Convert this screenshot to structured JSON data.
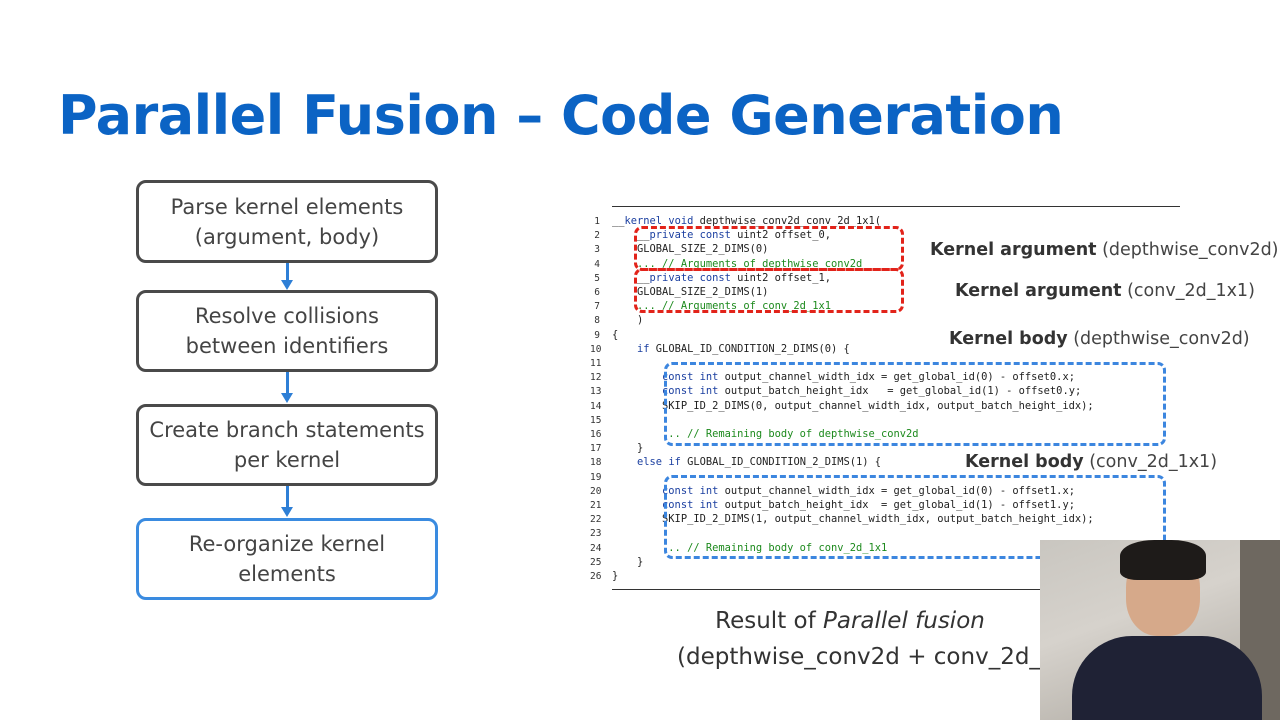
{
  "slide": {
    "title": "Parallel Fusion – Code Generation",
    "flow_steps": [
      {
        "text": "Parse kernel elements\n(argument, body)",
        "highlight": false
      },
      {
        "text": "Resolve collisions\nbetween identifiers",
        "highlight": false
      },
      {
        "text": "Create branch statements\nper kernel",
        "highlight": false
      },
      {
        "text": "Re-organize kernel\nelements",
        "highlight": true
      }
    ],
    "annotations": [
      {
        "bold": "Kernel argument",
        "rest": " (depthwise_conv2d)"
      },
      {
        "bold": "Kernel argument",
        "rest": " (conv_2d_1x1)"
      },
      {
        "bold": "Kernel body",
        "rest": " (depthwise_conv2d)"
      },
      {
        "bold": "Kernel body",
        "rest": " (conv_2d_1x1)"
      }
    ],
    "caption": {
      "prefix": "Result of ",
      "italic": "Parallel fusion",
      "line2": "(depthwise_conv2d + conv_2d_"
    }
  },
  "code_lines": [
    {
      "n": "1",
      "segs": [
        [
          "t",
          "__"
        ],
        [
          "kw",
          "kernel"
        ],
        [
          "t",
          " "
        ],
        [
          "kw",
          "void"
        ],
        [
          "t",
          " depthwise_conv2d_conv_2d_1x1("
        ]
      ]
    },
    {
      "n": "2",
      "segs": [
        [
          "t",
          "    __"
        ],
        [
          "kw",
          "private"
        ],
        [
          "t",
          " "
        ],
        [
          "kw",
          "const"
        ],
        [
          "t",
          " uint2 offset_0,"
        ]
      ]
    },
    {
      "n": "3",
      "segs": [
        [
          "t",
          "    GLOBAL_SIZE_2_DIMS(0)"
        ]
      ]
    },
    {
      "n": "4",
      "segs": [
        [
          "t",
          "    "
        ],
        [
          "cm",
          "... // Arguments of depthwise_conv2d"
        ]
      ]
    },
    {
      "n": "5",
      "segs": [
        [
          "t",
          "    __"
        ],
        [
          "kw",
          "private"
        ],
        [
          "t",
          " "
        ],
        [
          "kw",
          "const"
        ],
        [
          "t",
          " uint2 offset_1,"
        ]
      ]
    },
    {
      "n": "6",
      "segs": [
        [
          "t",
          "    GLOBAL_SIZE_2_DIMS(1)"
        ]
      ]
    },
    {
      "n": "7",
      "segs": [
        [
          "t",
          "    "
        ],
        [
          "cm",
          "... // Arguments of conv_2d_1x1"
        ]
      ]
    },
    {
      "n": "8",
      "segs": [
        [
          "t",
          "    )"
        ]
      ]
    },
    {
      "n": "9",
      "segs": [
        [
          "t",
          "{"
        ]
      ]
    },
    {
      "n": "10",
      "segs": [
        [
          "t",
          "    "
        ],
        [
          "kw",
          "if"
        ],
        [
          "t",
          " GLOBAL_ID_CONDITION_2_DIMS(0) {"
        ]
      ]
    },
    {
      "n": "11",
      "segs": [
        [
          "t",
          ""
        ]
      ]
    },
    {
      "n": "12",
      "segs": [
        [
          "t",
          "        "
        ],
        [
          "kw",
          "const"
        ],
        [
          "t",
          " "
        ],
        [
          "kw",
          "int"
        ],
        [
          "t",
          " output_channel_width_idx = get_global_id(0) - offset0.x;"
        ]
      ]
    },
    {
      "n": "13",
      "segs": [
        [
          "t",
          "        "
        ],
        [
          "kw",
          "const"
        ],
        [
          "t",
          " "
        ],
        [
          "kw",
          "int"
        ],
        [
          "t",
          " output_batch_height_idx   = get_global_id(1) - offset0.y;"
        ]
      ]
    },
    {
      "n": "14",
      "segs": [
        [
          "t",
          "        SKIP_ID_2_DIMS(0, output_channel_width_idx, output_batch_height_idx);"
        ]
      ]
    },
    {
      "n": "15",
      "segs": [
        [
          "t",
          ""
        ]
      ]
    },
    {
      "n": "16",
      "segs": [
        [
          "t",
          "        "
        ],
        [
          "cm",
          "... // Remaining body of depthwise_conv2d"
        ]
      ]
    },
    {
      "n": "17",
      "segs": [
        [
          "t",
          "    }"
        ]
      ]
    },
    {
      "n": "18",
      "segs": [
        [
          "t",
          "    "
        ],
        [
          "kw",
          "else"
        ],
        [
          "t",
          " "
        ],
        [
          "kw",
          "if"
        ],
        [
          "t",
          " GLOBAL_ID_CONDITION_2_DIMS(1) {"
        ]
      ]
    },
    {
      "n": "19",
      "segs": [
        [
          "t",
          ""
        ]
      ]
    },
    {
      "n": "20",
      "segs": [
        [
          "t",
          "        "
        ],
        [
          "kw",
          "const"
        ],
        [
          "t",
          " "
        ],
        [
          "kw",
          "int"
        ],
        [
          "t",
          " output_channel_width_idx = get_global_id(0) - offset1.x;"
        ]
      ]
    },
    {
      "n": "21",
      "segs": [
        [
          "t",
          "        "
        ],
        [
          "kw",
          "const"
        ],
        [
          "t",
          " "
        ],
        [
          "kw",
          "int"
        ],
        [
          "t",
          " output_batch_height_idx  = get_global_id(1) - offset1.y;"
        ]
      ]
    },
    {
      "n": "22",
      "segs": [
        [
          "t",
          "        SKIP_ID_2_DIMS(1, output_channel_width_idx, output_batch_height_idx);"
        ]
      ]
    },
    {
      "n": "23",
      "segs": [
        [
          "t",
          ""
        ]
      ]
    },
    {
      "n": "24",
      "segs": [
        [
          "t",
          "        "
        ],
        [
          "cm",
          "... // Remaining body of conv_2d_1x1"
        ]
      ]
    },
    {
      "n": "25",
      "segs": [
        [
          "t",
          "    }"
        ]
      ]
    },
    {
      "n": "26",
      "segs": [
        [
          "t",
          "}"
        ]
      ]
    }
  ],
  "colors": {
    "title": "#0b63c4",
    "keyword": "#1b3fa0",
    "comment": "#1d8a1d",
    "arg_highlight": "#e2231a",
    "body_highlight": "#3c86df",
    "flow_arrow": "#2e7fd6"
  }
}
